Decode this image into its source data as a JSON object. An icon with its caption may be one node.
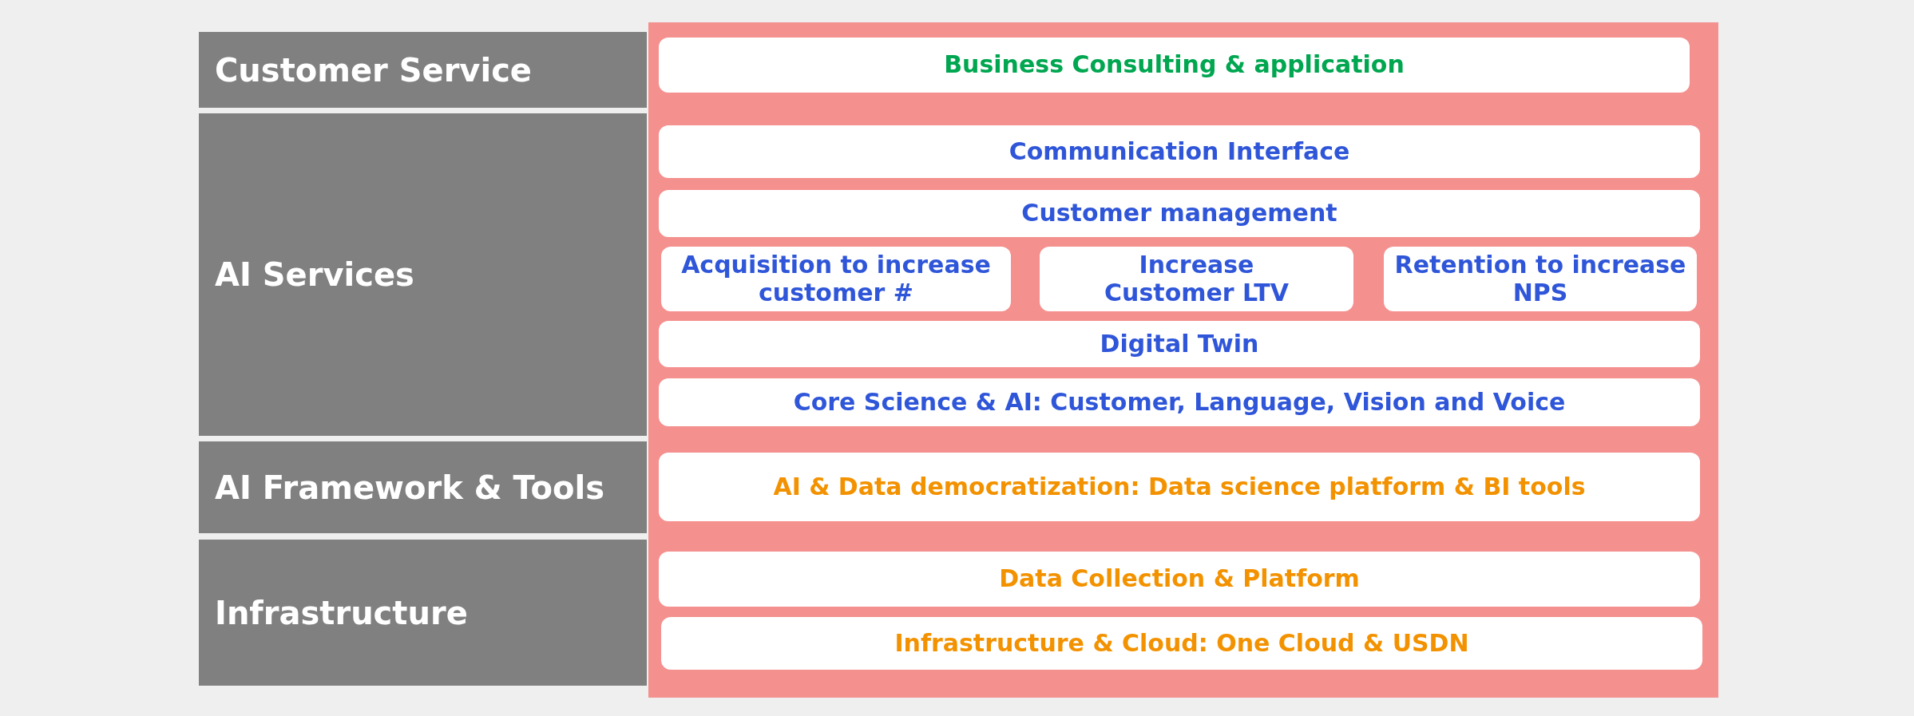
{
  "diagram": {
    "nodes": [
      {
        "text": [
          "Customer Service"
        ]
      },
      {
        "text": [
          "AI Services"
        ]
      },
      {
        "text": [
          "AI Framework & Tools"
        ]
      },
      {
        "text": [
          "Infrastructure"
        ]
      },
      {
        "text": [],
        "shape": "box"
      },
      {
        "text": [
          "Business Consulting & application"
        ],
        "in": 4
      },
      {
        "text": [
          "Communication Interface"
        ],
        "in": 4
      },
      {
        "text": [
          "Customer management"
        ],
        "in": 4
      },
      {
        "text": [
          "Acquisition to increase customer #"
        ],
        "in": 4
      },
      {
        "text": [
          "Increase Customer LTV"
        ],
        "in": 4
      },
      {
        "text": [
          "Retention to increase NPS"
        ],
        "in": 4
      },
      {
        "text": [
          "Digital Twin"
        ],
        "in": 4
      },
      {
        "text": [
          "Core Science & AI: Customer, Language, Vision and Voice"
        ],
        "in": 4
      },
      {
        "text": [
          "AI & Data democratization: Data science platform & BI tools"
        ],
        "in": 4
      },
      {
        "text": [
          "Data Collection & Platform"
        ],
        "in": 4
      },
      {
        "text": [
          "Infrastructure & Cloud: One Cloud & USDN"
        ],
        "in": 4
      }
    ]
  }
}
